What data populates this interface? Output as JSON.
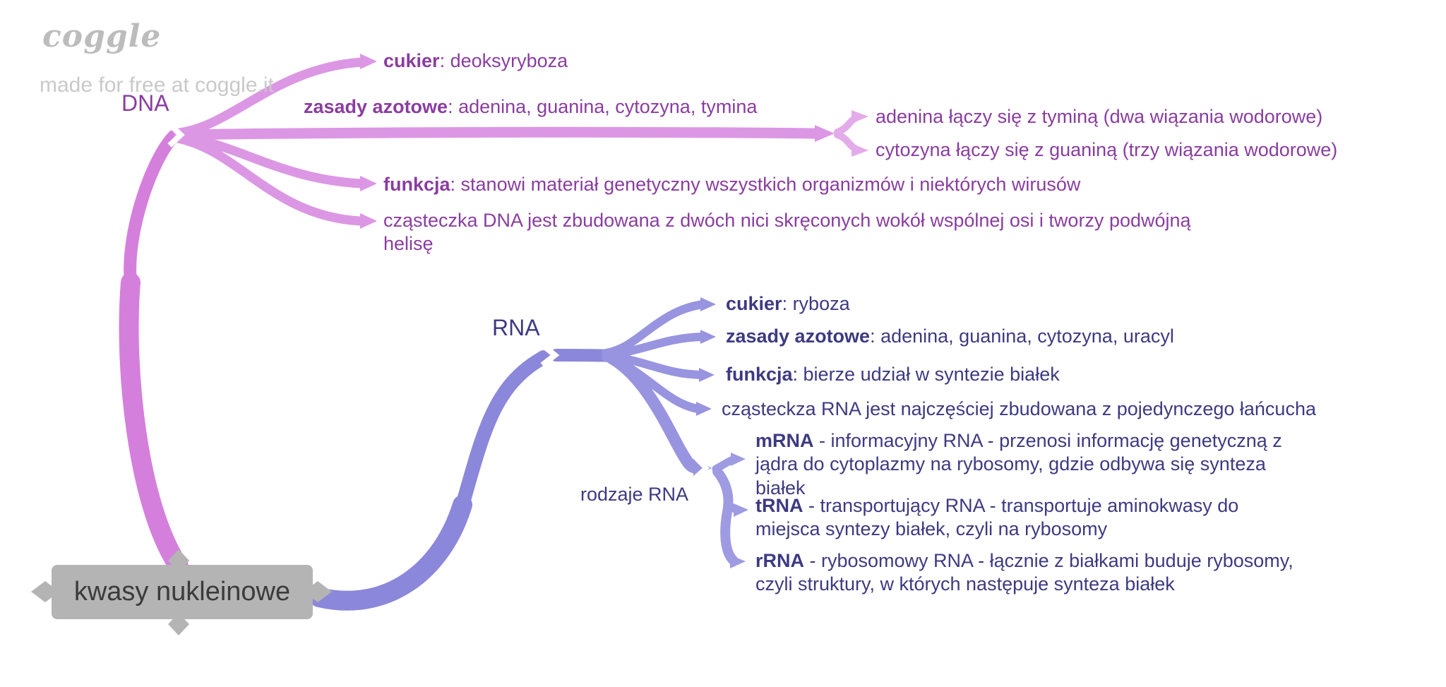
{
  "watermark": {
    "logo": "coggle",
    "tagline": "made for free at coggle.it"
  },
  "root": {
    "label": "kwasy nukleinowe"
  },
  "colors": {
    "dna_branch": "#d57fdc",
    "dna_branch_light": "#dc97e4",
    "dna_branch_lighter": "#e3abe9",
    "dna_text": "#8a3da0",
    "rna_branch": "#8b87da",
    "rna_branch_light": "#9894e0",
    "rna_branch_lighter": "#9e9be2",
    "rna_text": "#3d3a82",
    "root_bg": "#b4b4b4",
    "root_text": "#3b3b3b"
  },
  "dna": {
    "label": "DNA",
    "branches": {
      "cukier": {
        "prefix": "cukier",
        "text": ": deoksyryboza"
      },
      "zasady": {
        "prefix": "zasady azotowe",
        "text": ": adenina, guanina, cytozyna, tymina"
      },
      "pair_at": {
        "text": "adenina łączy się z tyminą (dwa wiązania wodorowe)"
      },
      "pair_cg": {
        "text": "cytozyna łączy się z guaniną (trzy wiązania wodorowe)"
      },
      "funkcja": {
        "prefix": "funkcja",
        "text": ": stanowi materiał genetyczny wszystkich organizmów i niektórych wirusów"
      },
      "budowa": {
        "text": "cząsteczka DNA jest zbudowana z dwóch nici skręconych wokół wspólnej osi i tworzy podwójną\nhelisę"
      }
    }
  },
  "rna": {
    "label": "RNA",
    "branches": {
      "cukier": {
        "prefix": "cukier",
        "text": ": ryboza"
      },
      "zasady": {
        "prefix": "zasady azotowe",
        "text": ": adenina, guanina, cytozyna, uracyl"
      },
      "funkcja": {
        "prefix": "funkcja",
        "text": ": bierze udział w syntezie białek"
      },
      "budowa": {
        "text": "cząsteckza RNA jest najczęściej zbudowana z pojedynczego łańcucha"
      },
      "rodzaje": {
        "label": "rodzaje RNA",
        "mrna": {
          "prefix": "mRNA",
          "text": " - informacyjny RNA - przenosi informację genetyczną z\njądra do cytoplazmy na rybosomy, gdzie odbywa się synteza\nbiałek"
        },
        "trna": {
          "prefix": "tRNA",
          "text": " - transportujący RNA - transportuje aminokwasy do\nmiejsca syntezy białek, czyli na rybosomy"
        },
        "rrna": {
          "prefix": "rRNA",
          "text": " - rybosomowy RNA - łącznie z białkami buduje rybosomy,\nczyli struktury, w których następuje synteza białek"
        }
      }
    }
  }
}
